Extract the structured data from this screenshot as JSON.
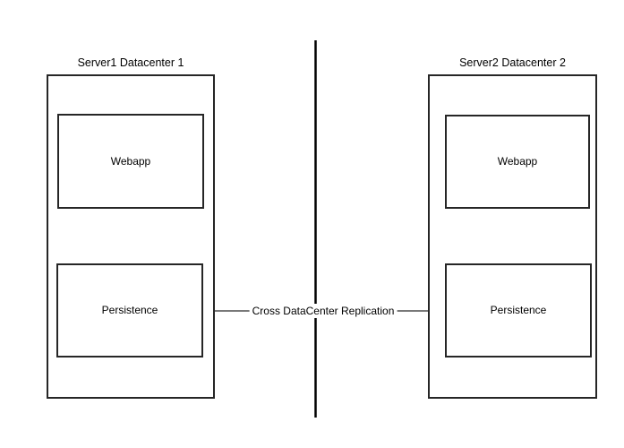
{
  "diagram": {
    "left_group": {
      "title": "Server1 Datacenter 1",
      "webapp_label": "Webapp",
      "persistence_label": "Persistence"
    },
    "right_group": {
      "title": "Server2 Datacenter 2",
      "webapp_label": "Webapp",
      "persistence_label": "Persistence"
    },
    "connection": {
      "label": "Cross DataCenter Replication",
      "type": "bidirectional-arrow"
    },
    "divider": {
      "type": "vertical-line"
    },
    "colors": {
      "background": "#ffffff",
      "box_stroke": "#262626",
      "line_stroke": "#000000",
      "arrow_stroke": "#4d4d4d",
      "arrowhead_fill": "#000000",
      "text": "#000000"
    }
  }
}
